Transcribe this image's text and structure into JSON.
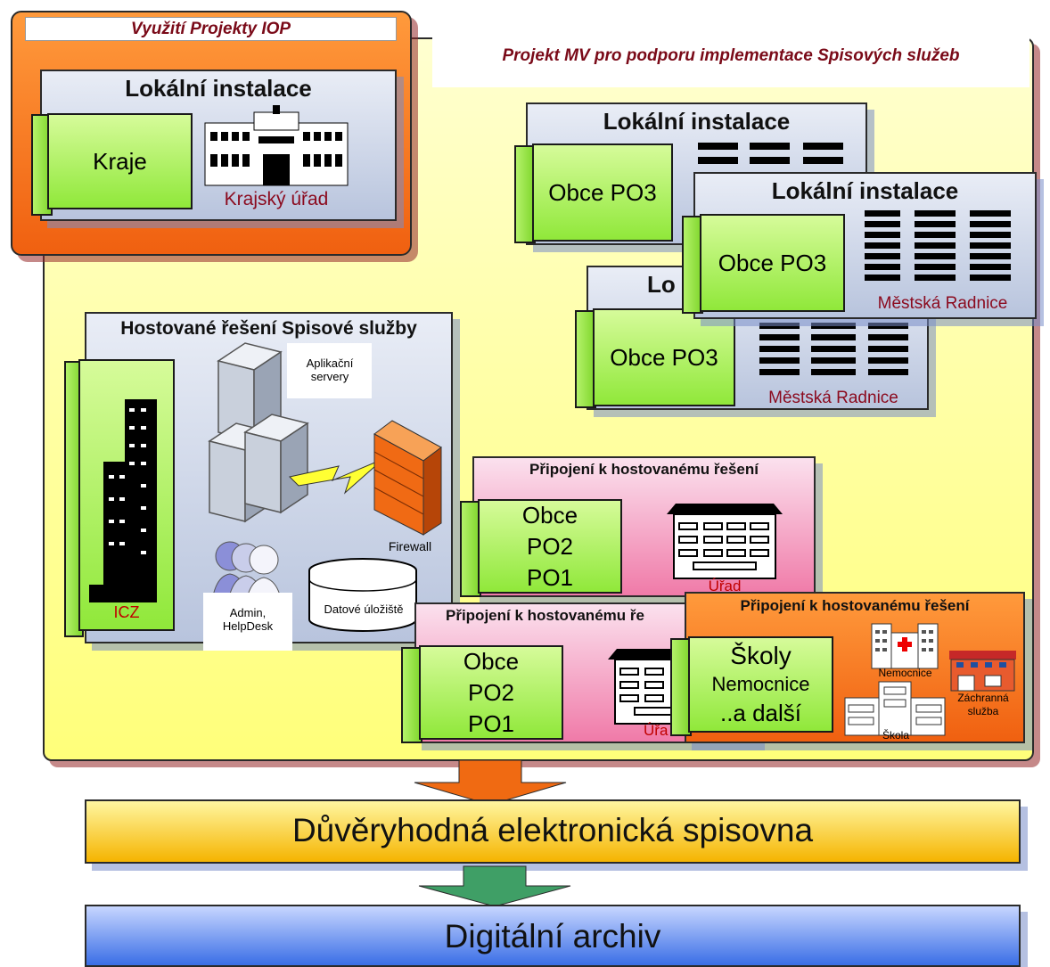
{
  "header": {
    "iop_title": "Využití Projekty IOP",
    "mv_title": "Projekt MV pro podporu implementace Spisových služeb"
  },
  "kraje_panel": {
    "title": "Lokální instalace",
    "box_label": "Kraje",
    "building_label": "Krajský úřad"
  },
  "obce_panels": [
    {
      "title": "Lokální instalace",
      "box_label": "Obce PO3",
      "building_label": ""
    },
    {
      "title": "Lokální instalace",
      "box_label": "Obce PO3",
      "building_label": "Městská Radnice"
    },
    {
      "title": "Lo",
      "box_label": "Obce PO3",
      "building_label": "Městská Radnice"
    }
  ],
  "hosted": {
    "title": "Hostované řešení Spisové služby",
    "icz_label": "ICZ",
    "app_servers_label": "Aplikační servery",
    "firewall_label": "Firewall",
    "admin_label": "Admin, HelpDesk",
    "storage_label": "Datové úložiště"
  },
  "connect_panels": [
    {
      "title": "Připojení k hostovanému řešení",
      "lines": [
        "Obce",
        "PO2",
        "PO1"
      ],
      "building_label": "Úřad"
    },
    {
      "title": "Připojení k hostovanému ře",
      "lines": [
        "Obce",
        "PO2",
        "PO1"
      ],
      "building_label": "Úřa"
    },
    {
      "title": "Připojení k hostovanému řešení",
      "lines": [
        "Školy",
        "Nemocnice",
        "..a další"
      ],
      "hospital_label": "Nemocnice",
      "rescue_label": "Záchranná služba",
      "school_label": "Škola"
    }
  ],
  "bars": {
    "trusted": "Důvěryhodná elektronická spisovna",
    "archive": "Digitální archiv"
  },
  "colors": {
    "green_box": "#9eeb4a",
    "yellow_bg": "#ffff8c",
    "orange": "#f36a12",
    "pink": "#f07aa8",
    "blue_bar": "#3a6ee6",
    "gold_bar": "#f5b400",
    "dark_red_text": "#8b0a1e"
  }
}
